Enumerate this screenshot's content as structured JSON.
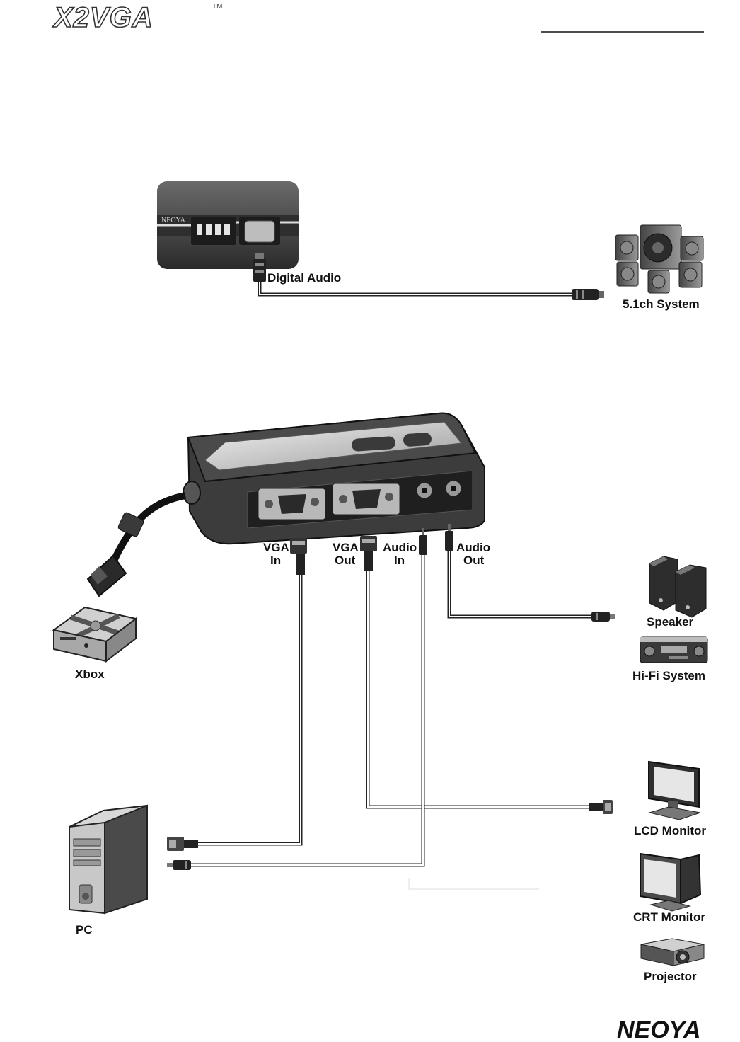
{
  "header": {
    "brand_logo": "X2VGA",
    "trademark": "TM"
  },
  "footer": {
    "company_logo": "NEOYA"
  },
  "digital_section": {
    "unit_brand": "NEOYA",
    "connector_label": "Digital Audio",
    "system_label": "5.1ch System"
  },
  "main_section": {
    "port_labels": {
      "vga_in_1": "VGA",
      "vga_in_2": "In",
      "vga_out_1": "VGA",
      "vga_out_2": "Out",
      "audio_in_1": "Audio",
      "audio_in_2": "In",
      "audio_out_1": "Audio",
      "audio_out_2": "Out"
    },
    "devices": {
      "xbox": "Xbox",
      "pc": "PC",
      "speaker": "Speaker",
      "hifi": "Hi-Fi System",
      "lcd": "LCD Monitor",
      "crt": "CRT Monitor",
      "projector": "Projector"
    }
  },
  "colors": {
    "device_dark": "#3a3a3a",
    "device_mid": "#6b6b6b",
    "device_light": "#bdbdbd",
    "cable": "#222222"
  }
}
